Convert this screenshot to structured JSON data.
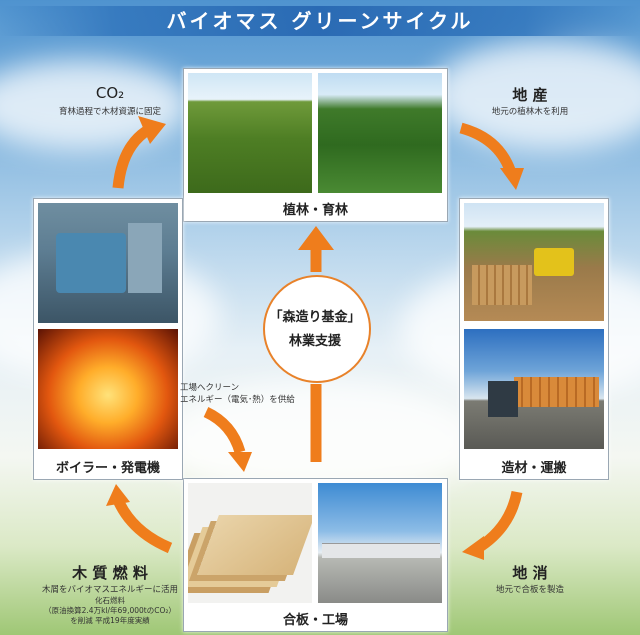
{
  "title": "バイオマス グリーンサイクル",
  "center": {
    "line1": "「森造り基金」",
    "line2": "林業支援"
  },
  "nodes": {
    "planting": {
      "caption": "植林・育林"
    },
    "logging": {
      "caption": "造材・運搬"
    },
    "plywood": {
      "caption": "合板・工場"
    },
    "boiler": {
      "caption": "ボイラー・発電機"
    }
  },
  "labels": {
    "co2": {
      "title": "CO₂",
      "desc": "育林過程で木材資源に固定"
    },
    "local_prod": {
      "title": "地 産",
      "desc": "地元の植林木を利用"
    },
    "local_cons": {
      "title": "地 消",
      "desc": "地元で合板を製造"
    },
    "fuel": {
      "title": "木 質 燃 料",
      "desc1": "木屑をバイオマスエネルギーに活用",
      "desc2": "化石燃料",
      "desc3": "（原油換算2.4万kl/年69,000tのCO₂）",
      "desc4": "を削減 平成19年度実績"
    },
    "factory": {
      "line1": "工場へクリーン",
      "line2": "エネルギー（電気･熱）を供給"
    }
  },
  "colors": {
    "arrow": "#ef7d1c",
    "title_bar": "#2868b2"
  }
}
